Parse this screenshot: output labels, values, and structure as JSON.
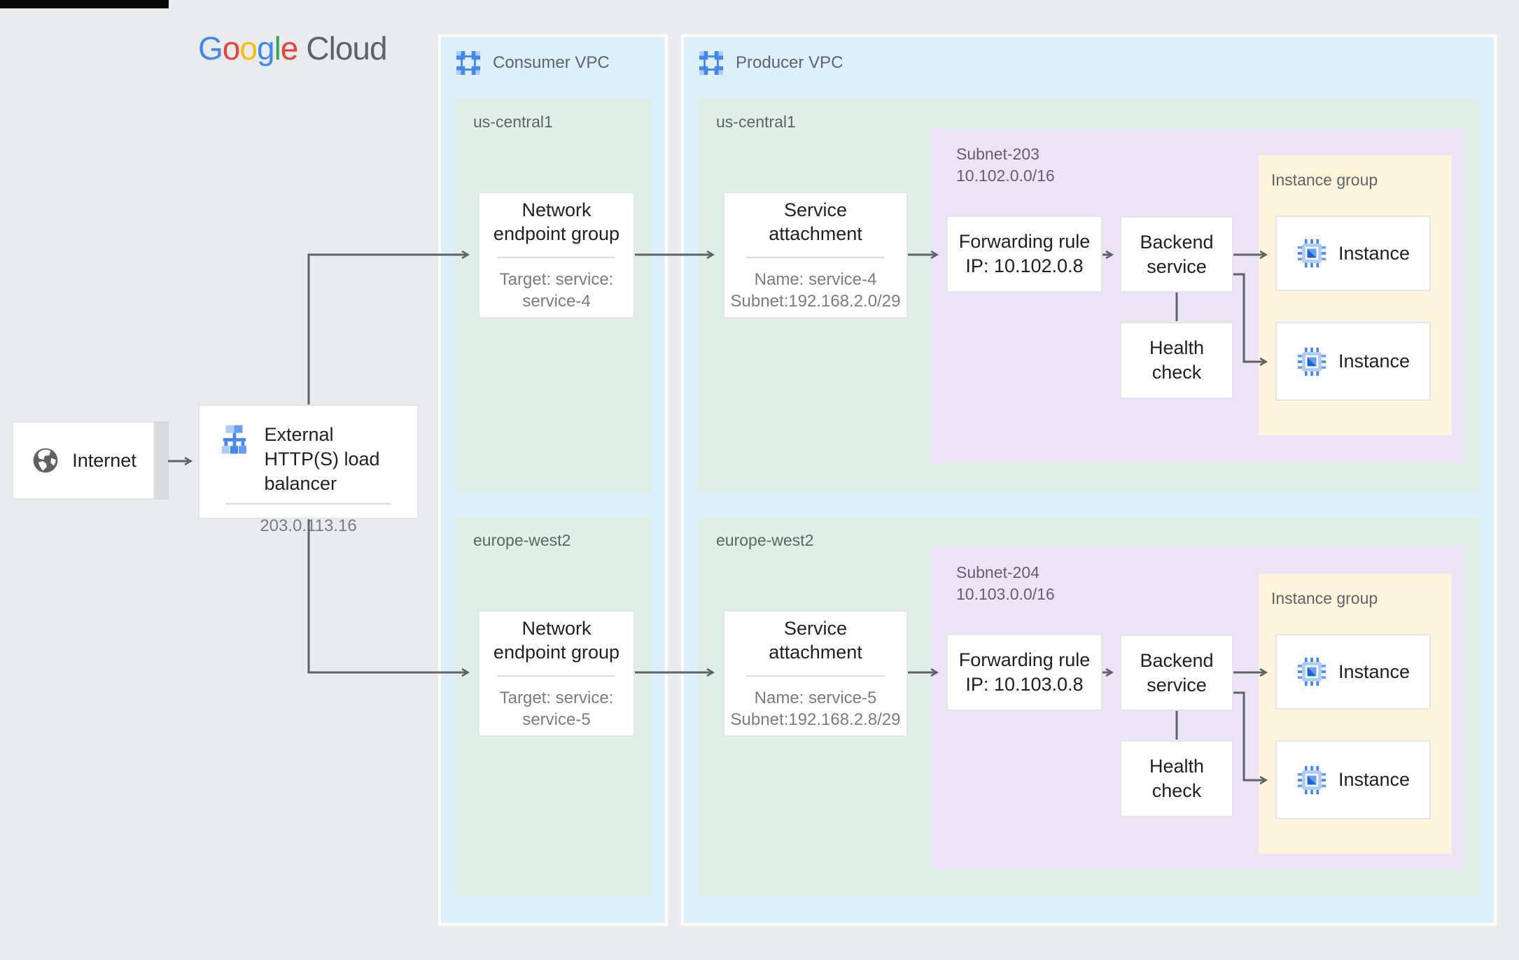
{
  "colors": {
    "google_blue": "#4285F4",
    "google_red": "#EA4335",
    "google_yellow": "#FBBC05",
    "google_green": "#34A853",
    "vpc_panel_blue": "#dcf0fb",
    "region_green": "#dfeee6",
    "subnet_purple": "#ece4f6",
    "instance_group_yellow": "#fdf4dc",
    "arrow_gray": "#5f6368",
    "title_text": "#202124",
    "secondary_text": "#7a7d80"
  },
  "logo": {
    "g1": "G",
    "o1": "o",
    "o2": "o",
    "g2": "g",
    "l": "l",
    "e1": "e",
    "cloud": "Cloud"
  },
  "internet": {
    "label": "Internet"
  },
  "load_balancer": {
    "title": "External HTTP(S) load balancer",
    "ip": "203.0.113.16"
  },
  "consumer_vpc": {
    "label": "Consumer VPC",
    "regions": [
      {
        "name": "us-central1",
        "neg_title": "Network endpoint group",
        "neg_line1": "Target: service:",
        "neg_line2": "service-4"
      },
      {
        "name": "europe-west2",
        "neg_title": "Network endpoint group",
        "neg_line1": "Target: service:",
        "neg_line2": "service-5"
      }
    ]
  },
  "producer_vpc": {
    "label": "Producer VPC",
    "regions": [
      {
        "name": "us-central1",
        "sa_title": "Service attachment",
        "sa_line1": "Name: service-4",
        "sa_line2": "Subnet:192.168.2.0/29",
        "subnet_name": "Subnet-203",
        "subnet_cidr": "10.102.0.0/16",
        "fr_line1": "Forwarding rule",
        "fr_line2": "IP: 10.102.0.8",
        "backend_service": "Backend service",
        "health_check": "Health check",
        "instance_group_label": "Instance group",
        "instance1": "Instance",
        "instance2": "Instance"
      },
      {
        "name": "europe-west2",
        "sa_title": "Service attachment",
        "sa_line1": "Name: service-5",
        "sa_line2": "Subnet:192.168.2.8/29",
        "subnet_name": "Subnet-204",
        "subnet_cidr": "10.103.0.0/16",
        "fr_line1": "Forwarding rule",
        "fr_line2": "IP: 10.103.0.8",
        "backend_service": "Backend service",
        "health_check": "Health check",
        "instance_group_label": "Instance group",
        "instance1": "Instance",
        "instance2": "Instance"
      }
    ]
  }
}
